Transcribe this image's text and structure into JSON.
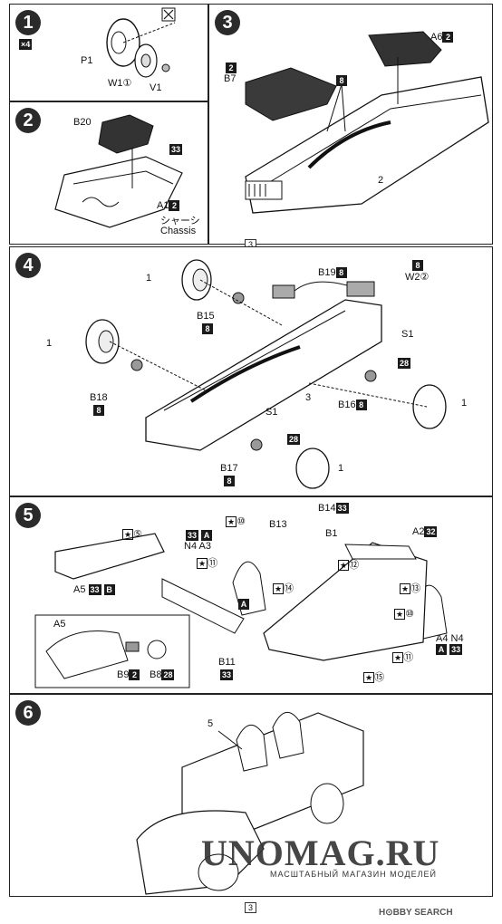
{
  "steps": [
    {
      "num": "1",
      "labels": {
        "qty": "×4",
        "p1": "P1",
        "w1": "W1①",
        "v1": "V1"
      }
    },
    {
      "num": "2",
      "labels": {
        "b20": "B20",
        "c33": "33",
        "a1": "A1",
        "a1box": "2",
        "jp": "シャーシ",
        "en": "Chassis"
      }
    },
    {
      "num": "3",
      "labels": {
        "a6": "A6",
        "a6box": "2",
        "b7box": "2",
        "b7": "B7",
        "eight": "8",
        "two": "2"
      }
    },
    {
      "num": "4",
      "labels": {
        "one": "1",
        "b15": "B15",
        "box8": "8",
        "b19": "B19",
        "w2": "W2②",
        "s1": "S1",
        "b18": "B18",
        "b16": "B16",
        "b17": "B17",
        "c28": "28",
        "three": "3"
      }
    },
    {
      "num": "5",
      "labels": {
        "a5": "A5",
        "b14": "B14",
        "b13": "B13",
        "b1": "B1",
        "a2": "A2",
        "a3": "A3",
        "n4": "N4",
        "a4": "A4",
        "b11": "B11",
        "b9": "B9",
        "b8": "B8",
        "c33": "33",
        "c32": "32",
        "c28": "28",
        "A": "A",
        "B": "B",
        "s5": "⑤",
        "s10": "⑩",
        "s11": "⑪",
        "s12": "⑫",
        "s13": "⑬",
        "s14": "⑭",
        "s15": "⑮"
      }
    },
    {
      "num": "6",
      "labels": {
        "five": "5"
      }
    }
  ],
  "page_number": "3",
  "watermark": {
    "title": "UNOMAG.RU",
    "subtitle": "МАСШТАБНЫЙ МАГАЗИН МОДЕЛЕЙ"
  },
  "footer_brand": "H⊙BBY SEARCH"
}
